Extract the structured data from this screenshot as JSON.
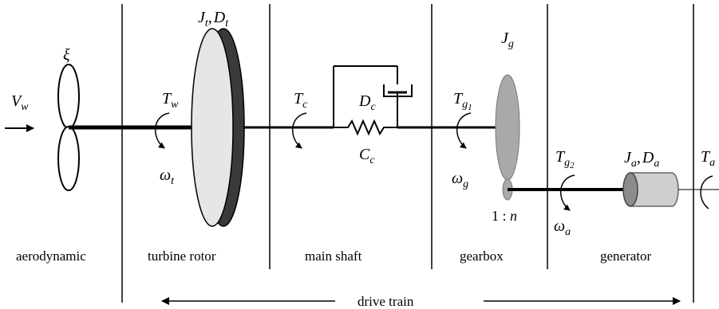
{
  "sections": {
    "aerodynamic": "aerodynamic",
    "turbine_rotor": "turbine rotor",
    "main_shaft": "main shaft",
    "gearbox": "gearbox",
    "generator": "generator"
  },
  "drive_train": "drive train",
  "symbols": {
    "xi": "ξ",
    "V": "V",
    "V_sub": "w",
    "T": "T",
    "w_sub": "w",
    "omega": "ω",
    "t_sub": "t",
    "J": "J",
    "D": "D",
    "c_sub": "c",
    "C": "C",
    "g_sub": "g",
    "g1_sub1": "g",
    "g1_sub2": "1",
    "g2_sub1": "g",
    "g2_sub2": "2",
    "a_sub": "a",
    "comma": ",",
    "ratio": "1 : ",
    "n": "n"
  },
  "colors": {
    "disk_face": "#e6e6e6",
    "disk_rim": "#3a3a3a",
    "gear": "#a9a9a9",
    "generator_body": "#cfcfcf",
    "generator_cap": "#8c8c8c"
  }
}
